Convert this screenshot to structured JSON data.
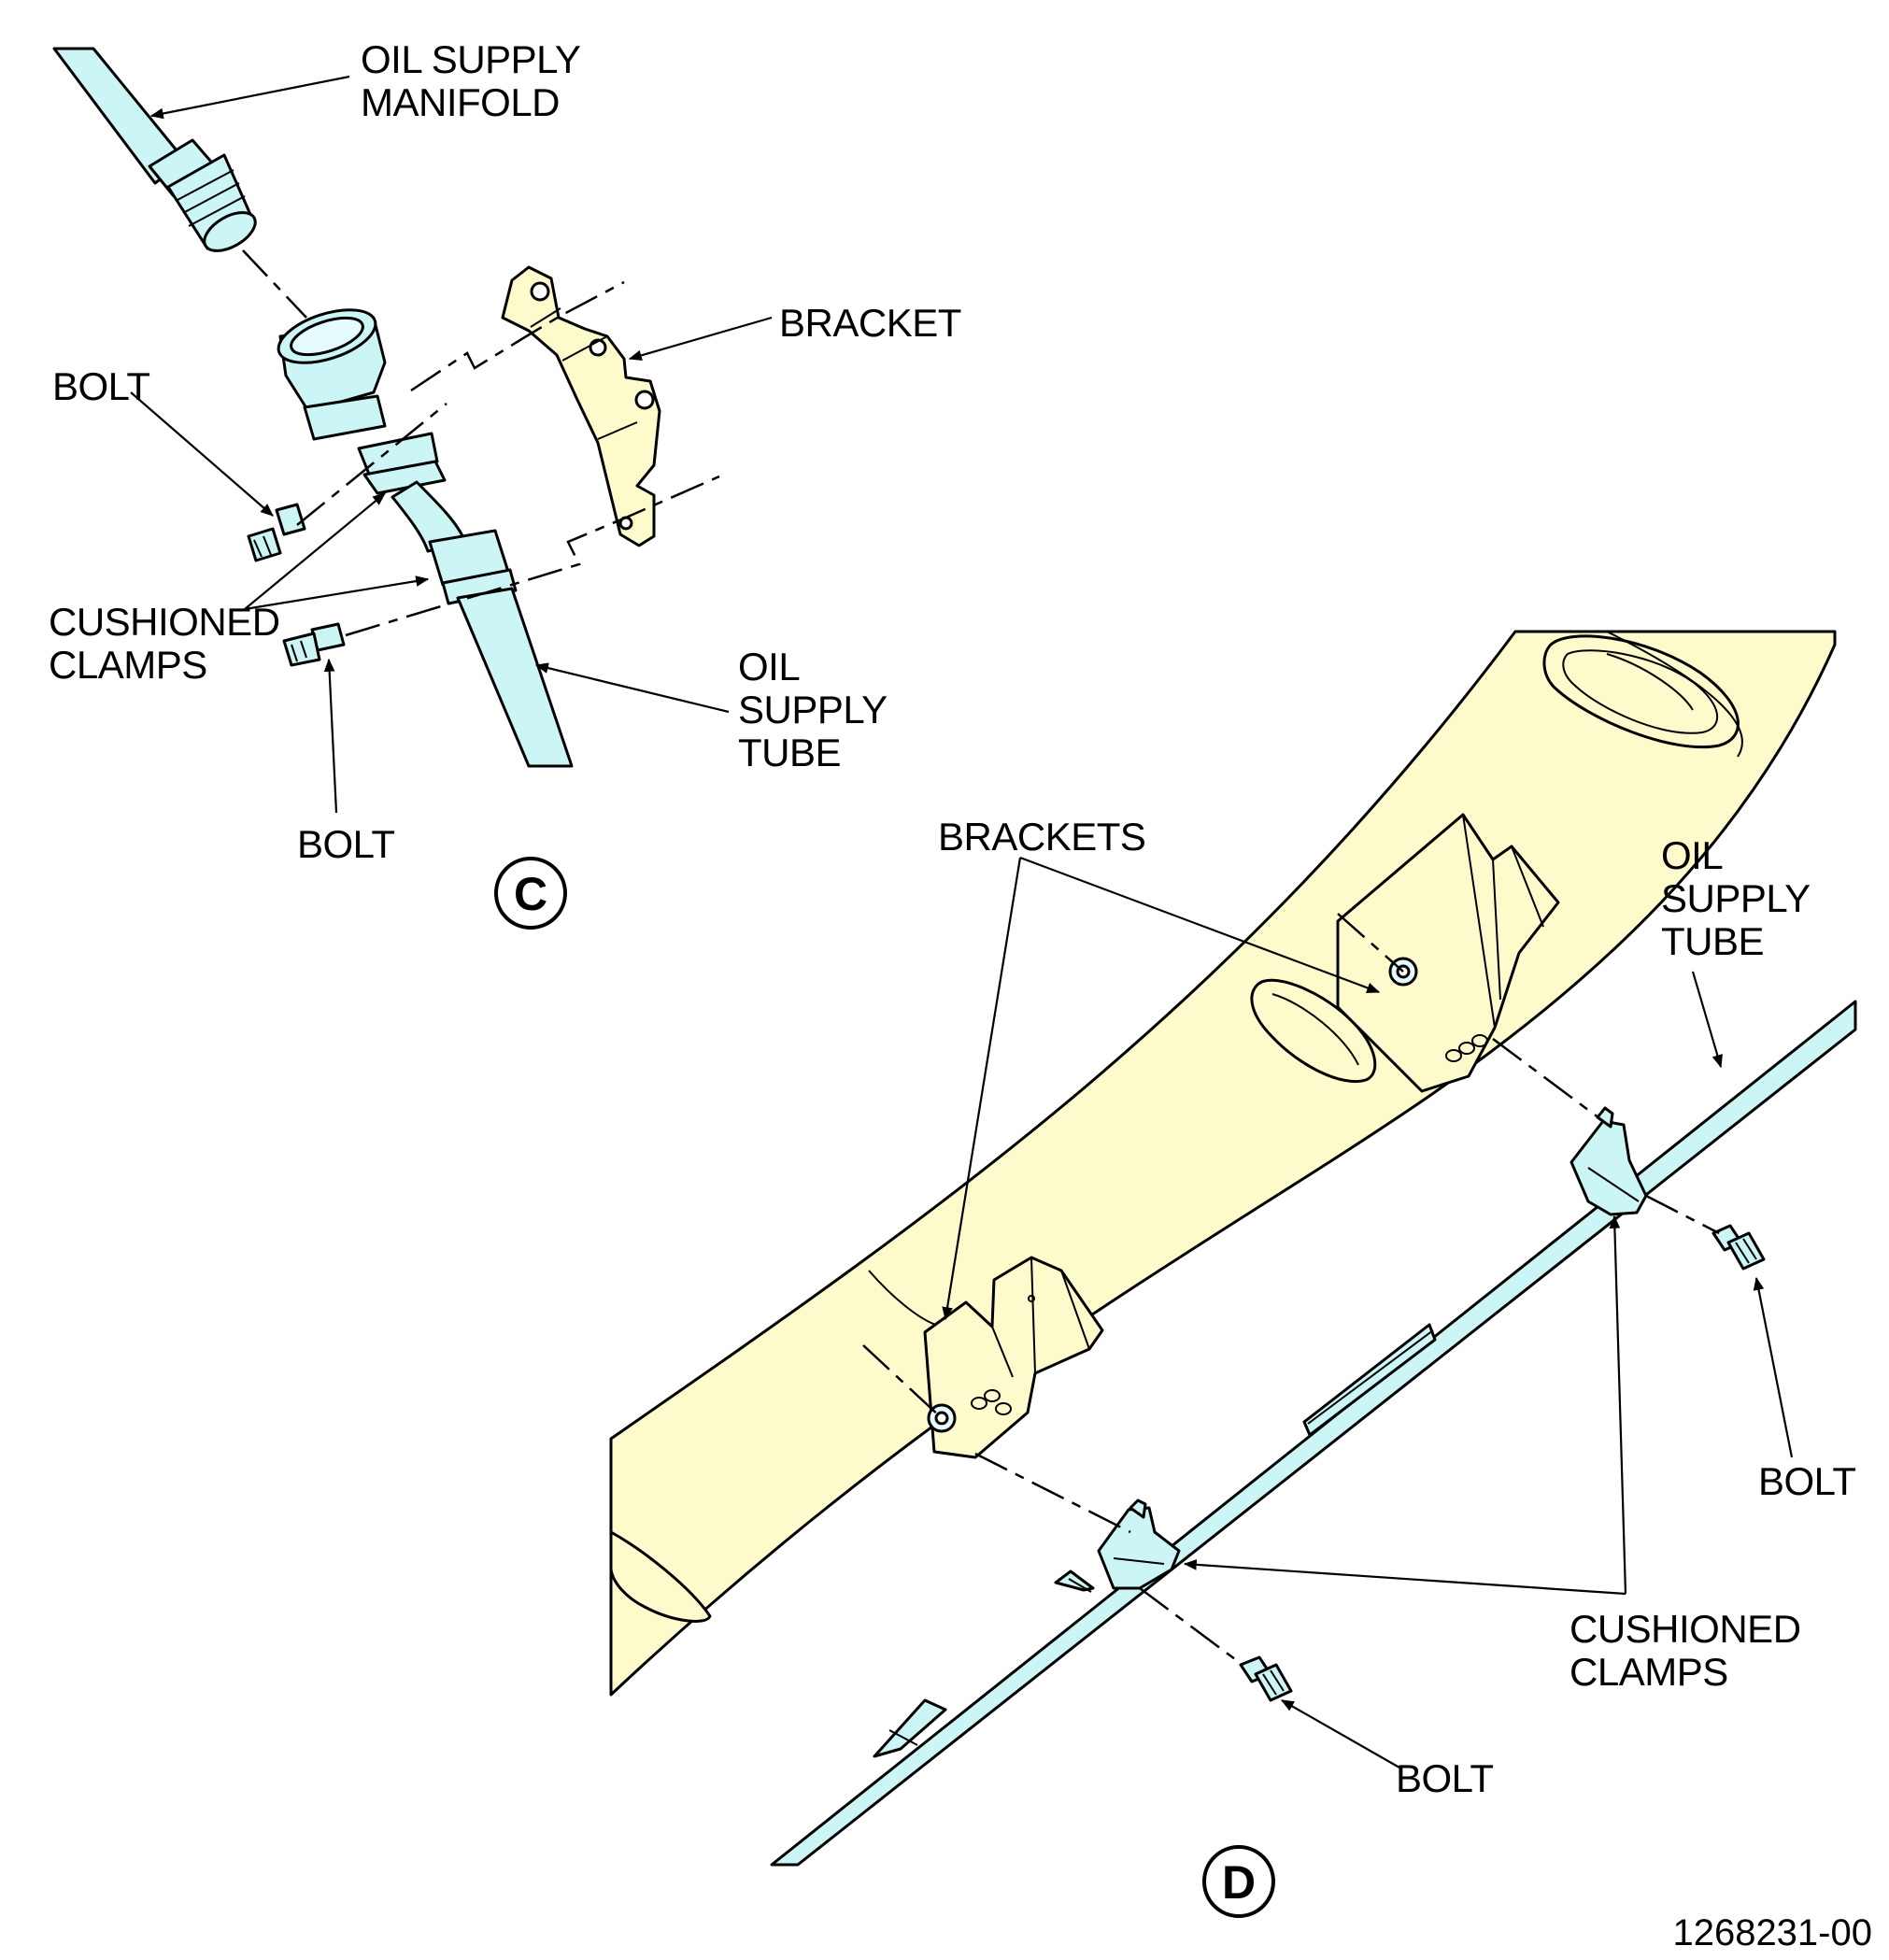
{
  "colors": {
    "tube_fill": "#ccf5f5",
    "structure_fill": "#fdfbcc",
    "line": "#000000"
  },
  "view_c": {
    "marker": "C",
    "labels": {
      "oil_supply_manifold": [
        "OIL SUPPLY",
        "MANIFOLD"
      ],
      "bracket": "BRACKET",
      "bolt_upper": "BOLT",
      "cushioned_clamps": [
        "CUSHIONED",
        "CLAMPS"
      ],
      "oil_supply_tube": [
        "OIL",
        "SUPPLY",
        "TUBE"
      ],
      "bolt_lower": "BOLT"
    }
  },
  "view_d": {
    "marker": "D",
    "labels": {
      "brackets": "BRACKETS",
      "oil_supply_tube": [
        "OIL",
        "SUPPLY",
        "TUBE"
      ],
      "bolt_right": "BOLT",
      "cushioned_clamps": [
        "CUSHIONED",
        "CLAMPS"
      ],
      "bolt_bottom": "BOLT"
    }
  },
  "figure_id": "1268231-00"
}
